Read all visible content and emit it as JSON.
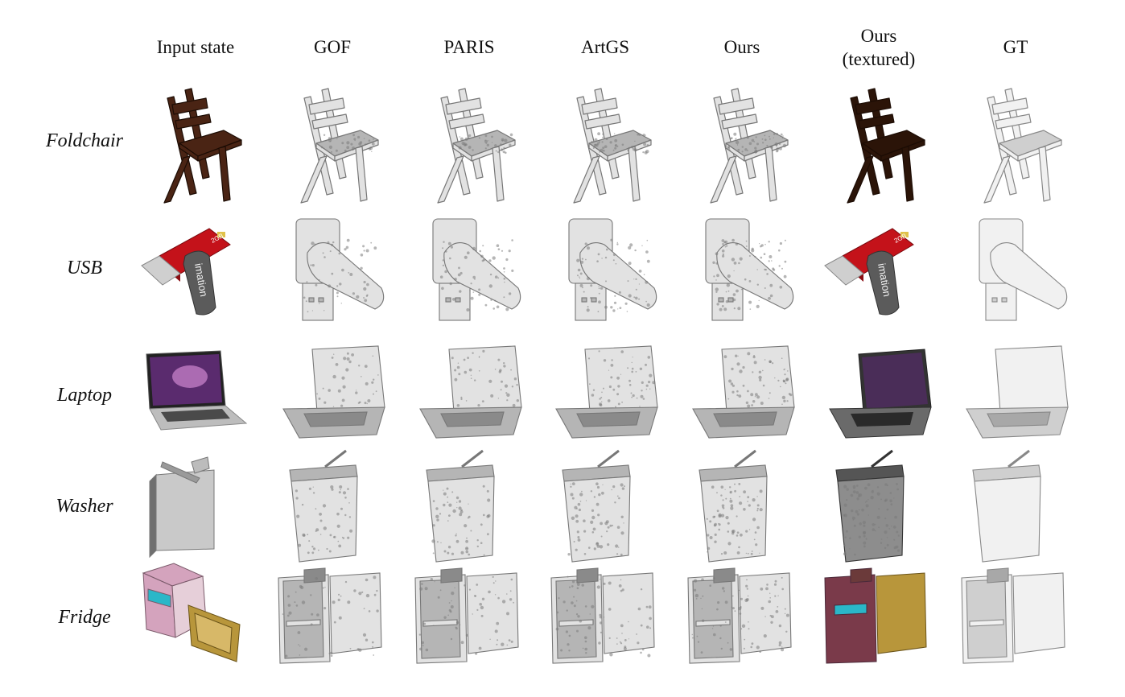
{
  "columns": [
    {
      "label": "Input state",
      "render": "input"
    },
    {
      "label": "GOF",
      "render": "gray"
    },
    {
      "label": "PARIS",
      "render": "gray"
    },
    {
      "label": "ArtGS",
      "render": "gray"
    },
    {
      "label": "Ours",
      "render": "gray"
    },
    {
      "label": "Ours\n(textured)",
      "render": "textured"
    },
    {
      "label": "GT",
      "render": "gt"
    }
  ],
  "rows": [
    {
      "label": "Foldchair",
      "object": "chair"
    },
    {
      "label": "USB",
      "object": "usb"
    },
    {
      "label": "Laptop",
      "object": "laptop"
    },
    {
      "label": "Washer",
      "object": "washer"
    },
    {
      "label": "Fridge",
      "object": "fridge"
    }
  ],
  "usb_brand": "imation",
  "usb_capacity": "2GB",
  "colors": {
    "chair_wood": "#4a2414",
    "usb_red": "#c4121a",
    "usb_gray": "#5b5b5b",
    "fridge_pink": "#d4a3bd",
    "fridge_cyan": "#2ab7c8",
    "fridge_gold": "#b8963b",
    "mesh_gray": "#bdbdbd"
  }
}
